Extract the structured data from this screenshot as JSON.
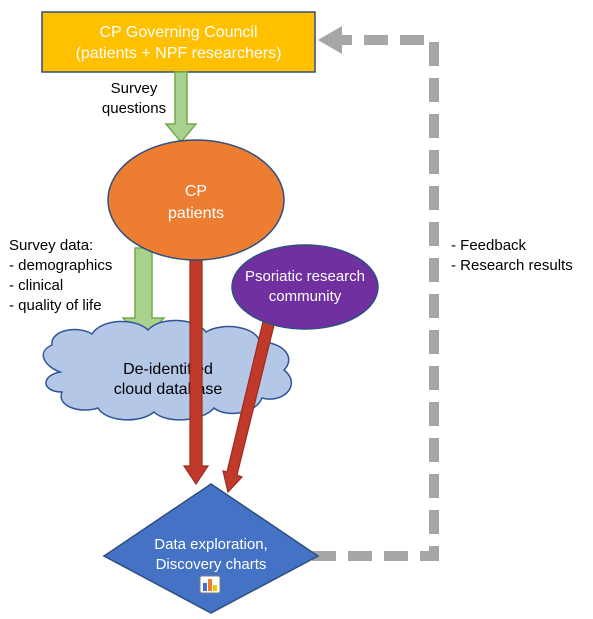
{
  "council": {
    "line1": "CP Governing Council",
    "line2": "(patients + NPF researchers)",
    "fill": "#FFC000"
  },
  "survey_questions": {
    "line1": "Survey",
    "line2": "questions"
  },
  "cp_patients": {
    "line1": "CP",
    "line2": "patients",
    "fill": "#ED7D31"
  },
  "survey_data": {
    "title": "Survey data:",
    "items": [
      "- demographics",
      "- clinical",
      "- quality of life"
    ]
  },
  "research_community": {
    "line1": "Psoriatic research",
    "line2": "community",
    "fill": "#7030A0"
  },
  "cloud_db": {
    "line1": "De-identified",
    "line2": "cloud database",
    "fill": "#B4C7E7"
  },
  "data_exploration": {
    "line1": "Data exploration,",
    "line2": "Discovery charts",
    "fill": "#4472C4",
    "icon": "bar-chart-icon"
  },
  "feedback": {
    "items": [
      "- Feedback",
      "- Research results"
    ]
  },
  "colors": {
    "green_arrow": "#A9D18E",
    "green_arrow_stroke": "#70AD47",
    "red_arrow": "#C0392B",
    "red_arrow_stroke": "#9B2C20",
    "dashed_arrow": "#A6A6A6",
    "text_dark": "#000000",
    "text_light": "#FFFFFF"
  }
}
